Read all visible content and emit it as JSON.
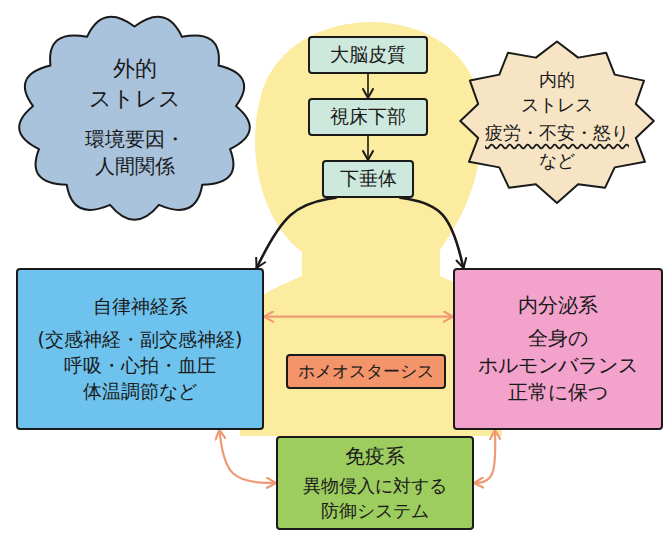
{
  "diagram": {
    "nodes": [
      {
        "text": [
          "外的 ストレス",
          "環境要因・ 人間関係"
        ]
      },
      {
        "text": [
          "大脳皮質"
        ]
      },
      {
        "text": [
          "視床下部"
        ]
      },
      {
        "text": [
          "下垂体"
        ]
      },
      {
        "text": [
          "内的 ストレス",
          "疲労・不安・怒り",
          "など"
        ]
      },
      {
        "text": [
          "自律神経系",
          "(交感神経・副交感神経) 呼吸・心拍・血圧 体温調節など"
        ]
      },
      {
        "text": [
          "内分泌系",
          "全身の ホルモンバランス 正常に保つ"
        ]
      },
      {
        "text": [
          "ホメオスターシス"
        ]
      },
      {
        "text": [
          "免疫系",
          "異物侵入に対する 防御システム"
        ]
      }
    ],
    "edges": [
      {
        "from": 1,
        "to": 2,
        "arrow": "to"
      },
      {
        "from": 2,
        "to": 3,
        "arrow": "to"
      },
      {
        "from": 3,
        "to": 5,
        "arrow": "to"
      },
      {
        "from": 3,
        "to": 6,
        "arrow": "to"
      },
      {
        "from": 5,
        "to": 6,
        "arrow": "both"
      },
      {
        "from": 5,
        "to": 8,
        "arrow": "both"
      },
      {
        "from": 6,
        "to": 8,
        "arrow": "both"
      }
    ]
  }
}
